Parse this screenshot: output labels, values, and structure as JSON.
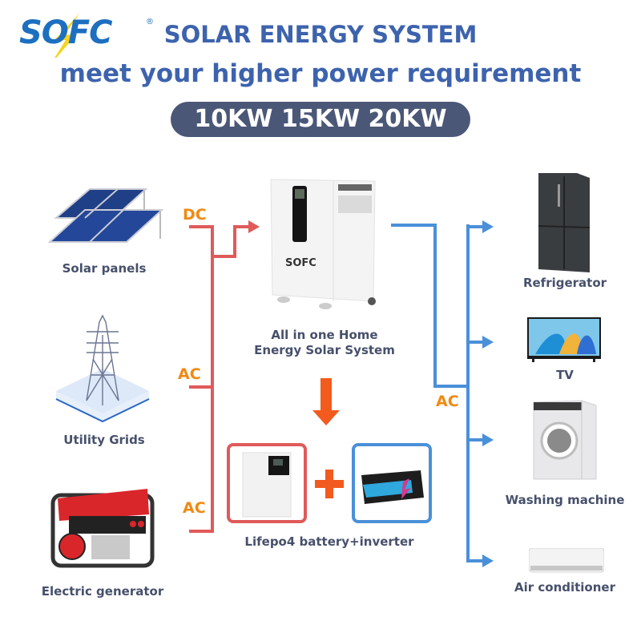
{
  "brand": {
    "logo_text": "SOFC",
    "registered_mark": "®",
    "brand_color": "#1d6fc0",
    "bolt_color": "#f5d320"
  },
  "header": {
    "title": "SOLAR ENERGY SYSTEM",
    "subtitle": "meet your higher power requirement",
    "power_options": "10KW 15KW 20KW",
    "title_color": "#3d63ad",
    "pill_color": "#4b5777"
  },
  "sources": [
    {
      "label": "Solar panels",
      "icon": "solar-panel-icon",
      "flow_type": "DC"
    },
    {
      "label": "Utility Grids",
      "icon": "power-tower-icon",
      "flow_type": "AC"
    },
    {
      "label": "Electric generator",
      "icon": "generator-icon",
      "flow_type": "AC"
    }
  ],
  "center": {
    "main_unit_label_line1": "All in one Home",
    "main_unit_label_line2": "Energy Solar System",
    "main_unit_logo": "SOFC",
    "alternative_label": "Lifepo4 battery+inverter",
    "plus_symbol": "+",
    "output_flow_type": "AC"
  },
  "loads": [
    {
      "label": "Refrigerator",
      "icon": "refrigerator-icon"
    },
    {
      "label": "TV",
      "icon": "tv-icon"
    },
    {
      "label": "Washing machine",
      "icon": "washing-machine-icon"
    },
    {
      "label": "Air conditioner",
      "icon": "air-conditioner-icon"
    }
  ],
  "colors": {
    "input_line": "#e05a5a",
    "output_line": "#4a90d9",
    "flow_label": "#f08a12",
    "down_arrow": "#f25a1e",
    "label_text": "#47506b"
  }
}
